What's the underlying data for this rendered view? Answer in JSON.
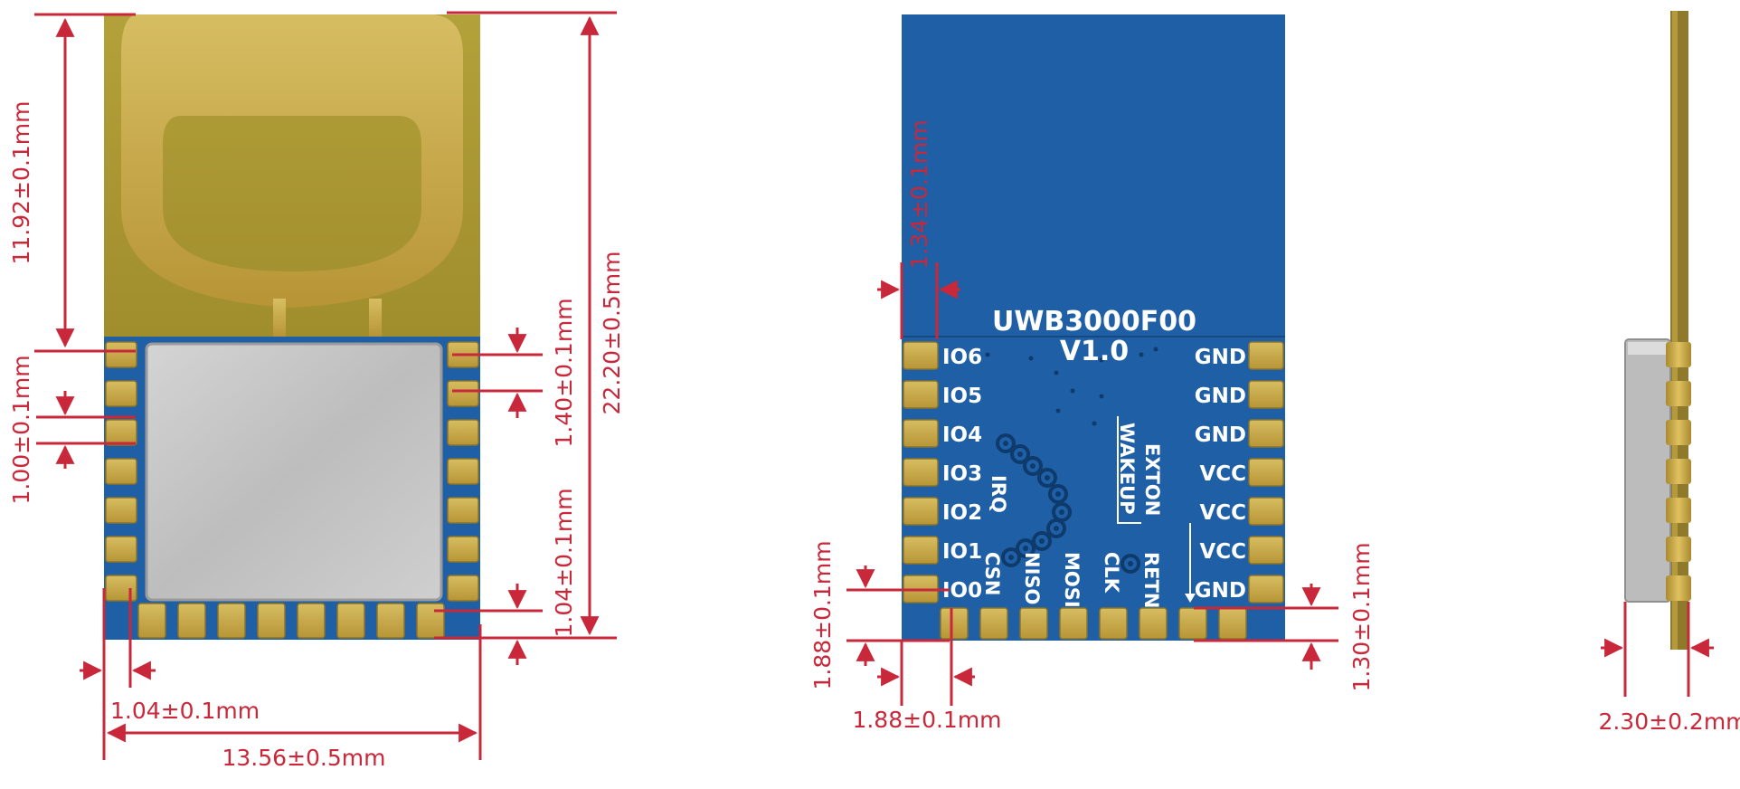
{
  "colors": {
    "dimension": "#c8283a",
    "pcb_blue": "#1f5fa6",
    "gold": "#c9a84c",
    "shield": "#c6c6c6",
    "silkscreen": "#ffffff"
  },
  "front_view": {
    "dims": {
      "antenna_height": "11.92±0.1mm",
      "total_height": "22.20±0.5mm",
      "pad_width": "1.00±0.1mm",
      "pad_pitch_right": "1.40±0.1mm",
      "bottom_pad_height": "1.04±0.1mm",
      "edge_offset": "1.04±0.1mm",
      "total_width": "13.56±0.5mm"
    }
  },
  "back_view": {
    "model": "UWB3000F00",
    "version": "V1.0",
    "left_pins": [
      "IO6",
      "IO5",
      "IO4",
      "IO3",
      "IO2",
      "IO1",
      "IO0"
    ],
    "right_pins": [
      "GND",
      "GND",
      "GND",
      "VCC",
      "VCC",
      "VCC",
      "GND"
    ],
    "bottom_pins": [
      "CSN",
      "NISO",
      "MOSI",
      "CLK",
      "RETN"
    ],
    "rotated_labels": [
      "IRQ",
      "WAKEUP",
      "EXTON"
    ],
    "dims": {
      "antenna_gap": "1.34±0.1mm",
      "pad_length": "1.88±0.1mm",
      "pad_offset": "1.88±0.1mm",
      "bottom_pad": "1.30±0.1mm"
    }
  },
  "side_view": {
    "dims": {
      "thickness": "2.30±0.2mm"
    }
  }
}
